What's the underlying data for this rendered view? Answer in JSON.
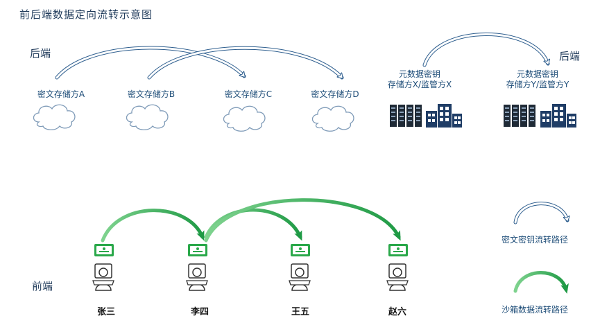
{
  "title": "前后端数据定向流转示意图",
  "backend_left_label": "后端",
  "backend_right_label": "后端",
  "frontend_label": "前端",
  "storages": [
    {
      "label": "密文存储方A"
    },
    {
      "label": "密文存储方B"
    },
    {
      "label": "密文存储方C"
    },
    {
      "label": "密文存储方D"
    }
  ],
  "key_stores": [
    {
      "line1": "元数据密钥",
      "line2": "存储方X/监管方X"
    },
    {
      "line1": "元数据密钥",
      "line2": "存储方Y/监管方Y"
    }
  ],
  "people": [
    {
      "name": "张三"
    },
    {
      "name": "李四"
    },
    {
      "name": "王五"
    },
    {
      "name": "赵六"
    }
  ],
  "legend": {
    "cipher_key_path": "密文密钥流转路径",
    "sandbox_data_path": "沙箱数据流转路径"
  },
  "colors": {
    "text_dark": "#1f3a5a",
    "arrow_outline": "#2f5f8f",
    "green": "#1f9a45",
    "building": "#1f3d66"
  }
}
